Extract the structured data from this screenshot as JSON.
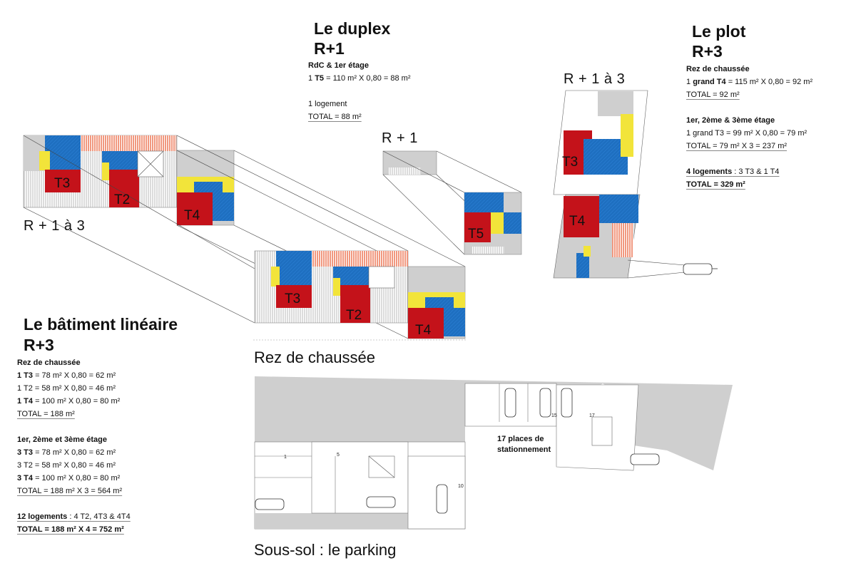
{
  "duplex": {
    "title": "Le duplex",
    "level": "R+1",
    "floor_heading": "RdC & 1er étage",
    "line_pre": "1 ",
    "line_bold": "T5",
    "line_rest": " = 110 m² X 0,80 = 88 m²",
    "units": "1 logement",
    "total": "TOTAL = 88 m²"
  },
  "plot": {
    "title": "Le plot",
    "level": "R+3",
    "rdc_heading": "Rez de chaussée",
    "rdc_pre": "1 ",
    "rdc_bold": "grand T4",
    "rdc_rest": " = 115 m² X 0,80 = 92 m²",
    "rdc_total": "TOTAL = 92 m²",
    "upper_heading": "1er, 2ème & 3ème étage",
    "upper_line": "1 grand T3 = 99 m² X 0,80 = 79 m²",
    "upper_total": "TOTAL = 79 m² X 3 = 237 m²",
    "units_bold": "4 logements",
    "units_rest": " : 3 T3 & 1 T4",
    "grand_total": "TOTAL = 329 m²"
  },
  "lineaire": {
    "title": "Le bâtiment linéaire",
    "level": "R+3",
    "rdc_heading": "Rez de chaussée",
    "rdc_l1_bold": "1 T3",
    "rdc_l1_rest": " = 78 m² X 0,80 = 62 m²",
    "rdc_l2": "1 T2 = 58 m² X 0,80 = 46 m²",
    "rdc_l3_bold": "1 T4",
    "rdc_l3_rest": " = 100 m² X 0,80 = 80 m²",
    "rdc_total": "TOTAL = 188 m²",
    "upper_heading": "1er, 2ème et 3ème étage",
    "up_l1_bold": "3 T3",
    "up_l1_rest": " = 78 m² X 0,80 = 62 m²",
    "up_l2": "3 T2 = 58 m² X 0,80 = 46 m²",
    "up_l3_bold": "3 T4",
    "up_l3_rest": " = 100 m² X 0,80 = 80 m²",
    "upper_total": "TOTAL = 188 m² X 3 = 564 m²",
    "units_bold": "12 logements",
    "units_rest": " : 4 T2, 4T3 & 4T4",
    "grand_total": "TOTAL = 188 m² X 4 = 752 m²"
  },
  "labels": {
    "r1a3_left": "R + 1 à 3",
    "r1_duplex": "R + 1",
    "r1a3_plot": "R + 1 à 3",
    "rez": "Rez de chaussée",
    "parking": "Sous-sol : le parking",
    "parking_note_1": "17 places de",
    "parking_note_2": "stationnement"
  },
  "units": {
    "t2": "T2",
    "t3": "T3",
    "t4": "T4",
    "t5": "T5"
  },
  "parking_numbers": {
    "p1": "1",
    "p5": "5",
    "p10": "10",
    "p15": "15",
    "p17": "17"
  },
  "colors": {
    "red": "#c4121a",
    "blue": "#1e6fc0",
    "yellow": "#f2e43a",
    "grey": "#cfcfcf",
    "orange_hatch": "#e8532a"
  }
}
